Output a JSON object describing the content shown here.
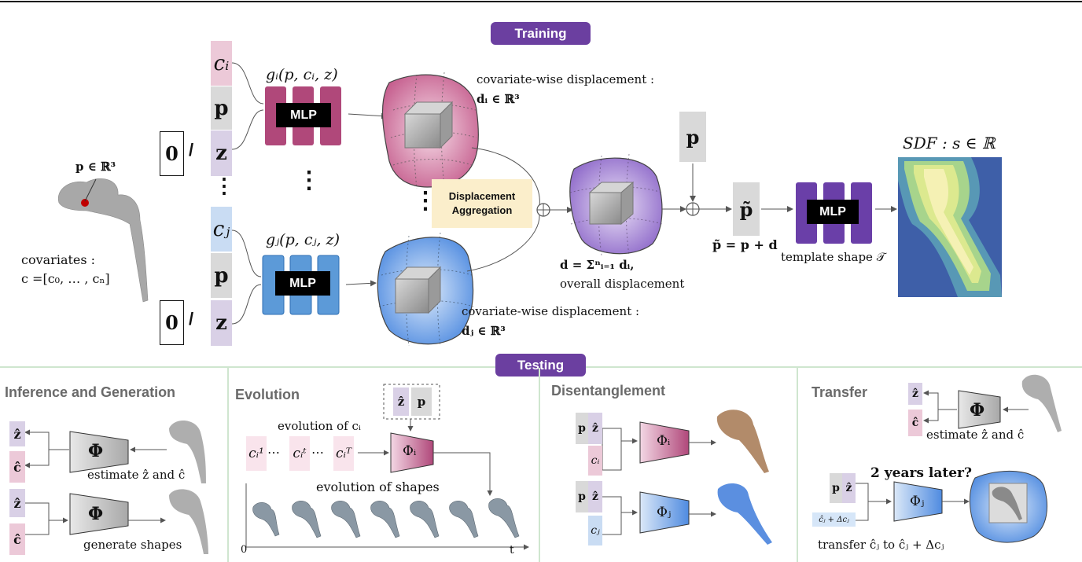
{
  "top": {
    "training_label": "Training",
    "point_label": "p ∈ ℝ³",
    "covariates_label": "covariates :",
    "covariates_formula": "c =[c₀, … , cₙ]",
    "zero": "0",
    "slash": "/",
    "ci": "cᵢ",
    "cj": "cⱼ",
    "p": "p",
    "z": "z",
    "gi": "gᵢ(p, cᵢ, z)",
    "gj": "gⱼ(p, cⱼ, z)",
    "mlp": "MLP",
    "vdots": "⋮",
    "disp_i_title": "covariate-wise displacement :",
    "disp_i_formula": "dᵢ ∈ ℝ³",
    "disp_j_title": "covariate-wise displacement :",
    "disp_j_formula": "dⱼ ∈ ℝ³",
    "aggregation": "Displacement Aggregation",
    "overall_formula": "d = Σⁿᵢ₌₁ dᵢ,",
    "overall_label": "overall displacement",
    "p_tilde": "p̃",
    "p_tilde_formula": "p̃ = p + d",
    "template_label": "template shape 𝒯",
    "sdf_label": "SDF : s ∈ ℝ"
  },
  "testing_label": "Testing",
  "panels": {
    "inference": {
      "title": "Inference and Generation",
      "z_hat": "ẑ",
      "c_hat": "ĉ",
      "phi": "Φ",
      "estimate": "estimate ẑ and ĉ",
      "generate": "generate shapes"
    },
    "evolution": {
      "title": "Evolution",
      "z_hat": "ẑ",
      "p": "p",
      "evolution_of": "evolution of cᵢ",
      "c1": "cᵢ¹",
      "ct": "cᵢᵗ",
      "cT": "cᵢᵀ",
      "dots": "⋯",
      "phi_i": "Φᵢ",
      "shapes_label": "evolution of shapes",
      "axis_zero": "0",
      "axis_t": "t"
    },
    "disentanglement": {
      "title": "Disentanglement",
      "p": "p",
      "z_hat": "ẑ",
      "ci": "cᵢ",
      "cj": "cⱼ",
      "phi_i": "Φᵢ",
      "phi_j": "Φⱼ"
    },
    "transfer": {
      "title": "Transfer",
      "z_hat": "ẑ",
      "c_hat": "ĉ",
      "phi": "Φ",
      "estimate": "estimate ẑ and ĉ",
      "question": "2 years later?",
      "p": "p",
      "cj_delta": "ĉⱼ + Δcⱼ",
      "phi_j": "Φⱼ",
      "transfer_text": "transfer ĉⱼ to ĉⱼ + Δcⱼ"
    }
  },
  "colors": {
    "accent": "#6b3fa0",
    "pink_mlp": "#b0487a",
    "blue_mlp": "#5c9ad8",
    "purple_mlp": "#6a3fa8",
    "panel_border": "#cfe6cf"
  }
}
